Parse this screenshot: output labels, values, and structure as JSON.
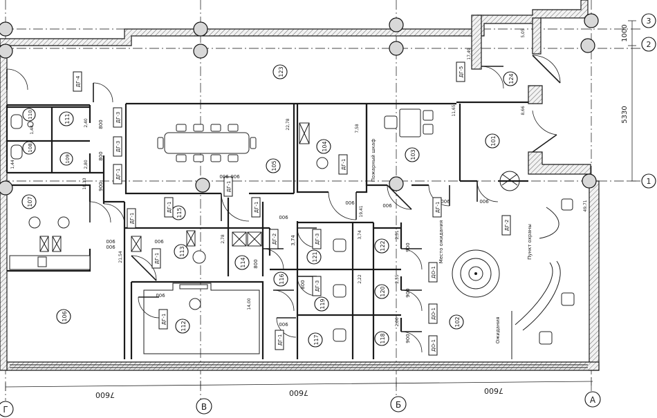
{
  "axes": {
    "vertical": [
      "Г",
      "В",
      "Б",
      "А"
    ],
    "horizontal": [
      "3",
      "2",
      "1"
    ]
  },
  "dimensions": {
    "bottom": [
      "7600",
      "7600",
      "7600"
    ],
    "right": [
      "1000",
      "5330"
    ]
  },
  "rooms": [
    {
      "id": "123"
    },
    {
      "id": "124"
    },
    {
      "id": "111"
    },
    {
      "id": "110"
    },
    {
      "id": "109"
    },
    {
      "id": "108"
    },
    {
      "id": "107"
    },
    {
      "id": "106"
    },
    {
      "id": "105"
    },
    {
      "id": "104"
    },
    {
      "id": "103"
    },
    {
      "id": "101"
    },
    {
      "id": "115"
    },
    {
      "id": "113"
    },
    {
      "id": "114"
    },
    {
      "id": "116"
    },
    {
      "id": "112"
    },
    {
      "id": "121"
    },
    {
      "id": "122"
    },
    {
      "id": "119"
    },
    {
      "id": "120"
    },
    {
      "id": "117"
    },
    {
      "id": "118"
    },
    {
      "id": "102"
    }
  ],
  "door_tags": [
    "ДГ-4",
    "ДГ-3",
    "ДГ-3",
    "ДГ-1",
    "ДГ-5",
    "ДГ-1",
    "ДГ-1",
    "ДГ-1",
    "ДГ-1",
    "ДГ-2",
    "ДГ-1",
    "ДГ-1",
    "ДГ-1",
    "ДГ-1",
    "ДГ-2",
    "ДГ-3",
    "ДГ-3",
    "ДГ-1",
    "ДО-1",
    "ДО-1",
    "ДО-1"
  ],
  "dim_labels": [
    "800",
    "800",
    "900",
    "006",
    "006",
    "006",
    "006",
    "006",
    "006",
    "006",
    "006",
    "006",
    "006",
    "006",
    "006",
    "800",
    "800",
    "900",
    "900",
    "900",
    "3,74"
  ],
  "area_labels": [
    "2,40",
    "1,44",
    "1,44",
    "2,80",
    "10,13",
    "22,78",
    "7,58",
    "11,65",
    "8,66",
    "17,49",
    "5,05",
    "49,71",
    "21,54",
    "2,78",
    "14,00",
    "19,41",
    "3,74",
    "2,22",
    "2,55",
    "2,00",
    "2,51"
  ],
  "annotations": {
    "fire_cabinet": "Пожарный шкаф",
    "meeting_place": "Место ожидания",
    "reception": "Пункт охраны",
    "waiting_zone": "Ожидания"
  },
  "colors": {
    "line": "#1a1a1a",
    "wall_fill": "#e9e9e9",
    "paper": "#ffffff"
  }
}
